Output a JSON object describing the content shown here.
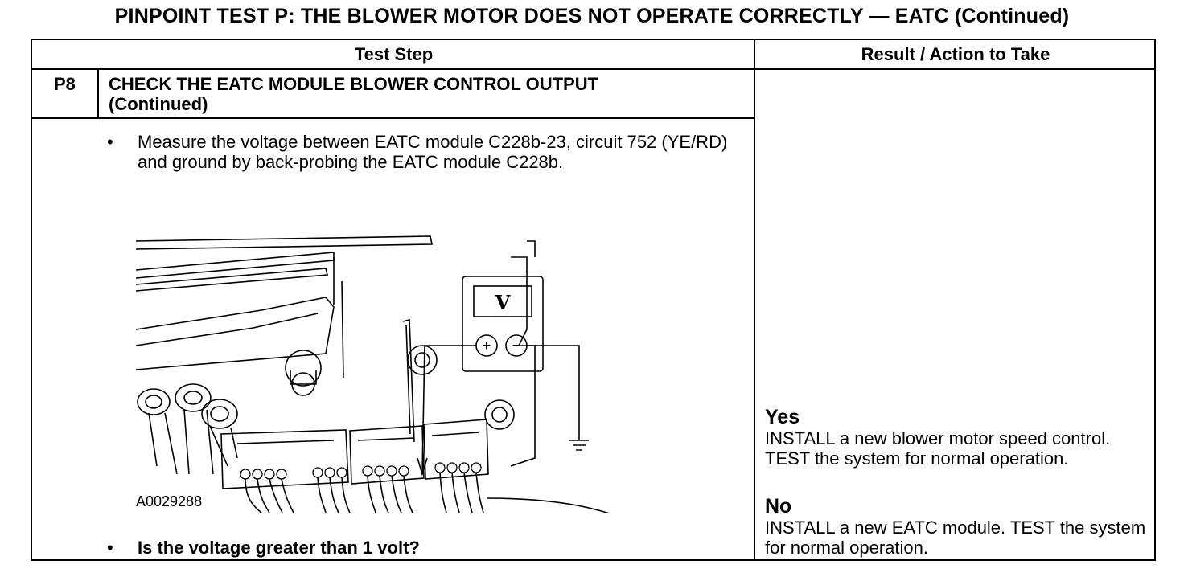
{
  "page_title": "PINPOINT TEST  P: THE BLOWER MOTOR DOES NOT OPERATE CORRECTLY — EATC (Continued)",
  "table": {
    "header_test_step": "Test Step",
    "header_result": "Result / Action to Take"
  },
  "step": {
    "id": "P8",
    "title_line1": "CHECK THE EATC MODULE BLOWER CONTROL OUTPUT",
    "title_line2": "(Continued)",
    "bullet_symbol": "•",
    "instruction": "Measure the voltage between EATC module C228b-23, circuit 752 (YE/RD) and ground by back-probing the EATC module C228b.",
    "figure_code": "A0029288",
    "meter_symbol": "V",
    "plus_symbol": "+",
    "minus_symbol": "−",
    "question": "Is the voltage greater than 1 volt?"
  },
  "results": {
    "yes_label": "Yes",
    "yes_text": "INSTALL a new blower motor speed control. TEST the system for normal operation.",
    "no_label": "No",
    "no_text": "INSTALL a new EATC module. TEST the system for normal operation."
  }
}
